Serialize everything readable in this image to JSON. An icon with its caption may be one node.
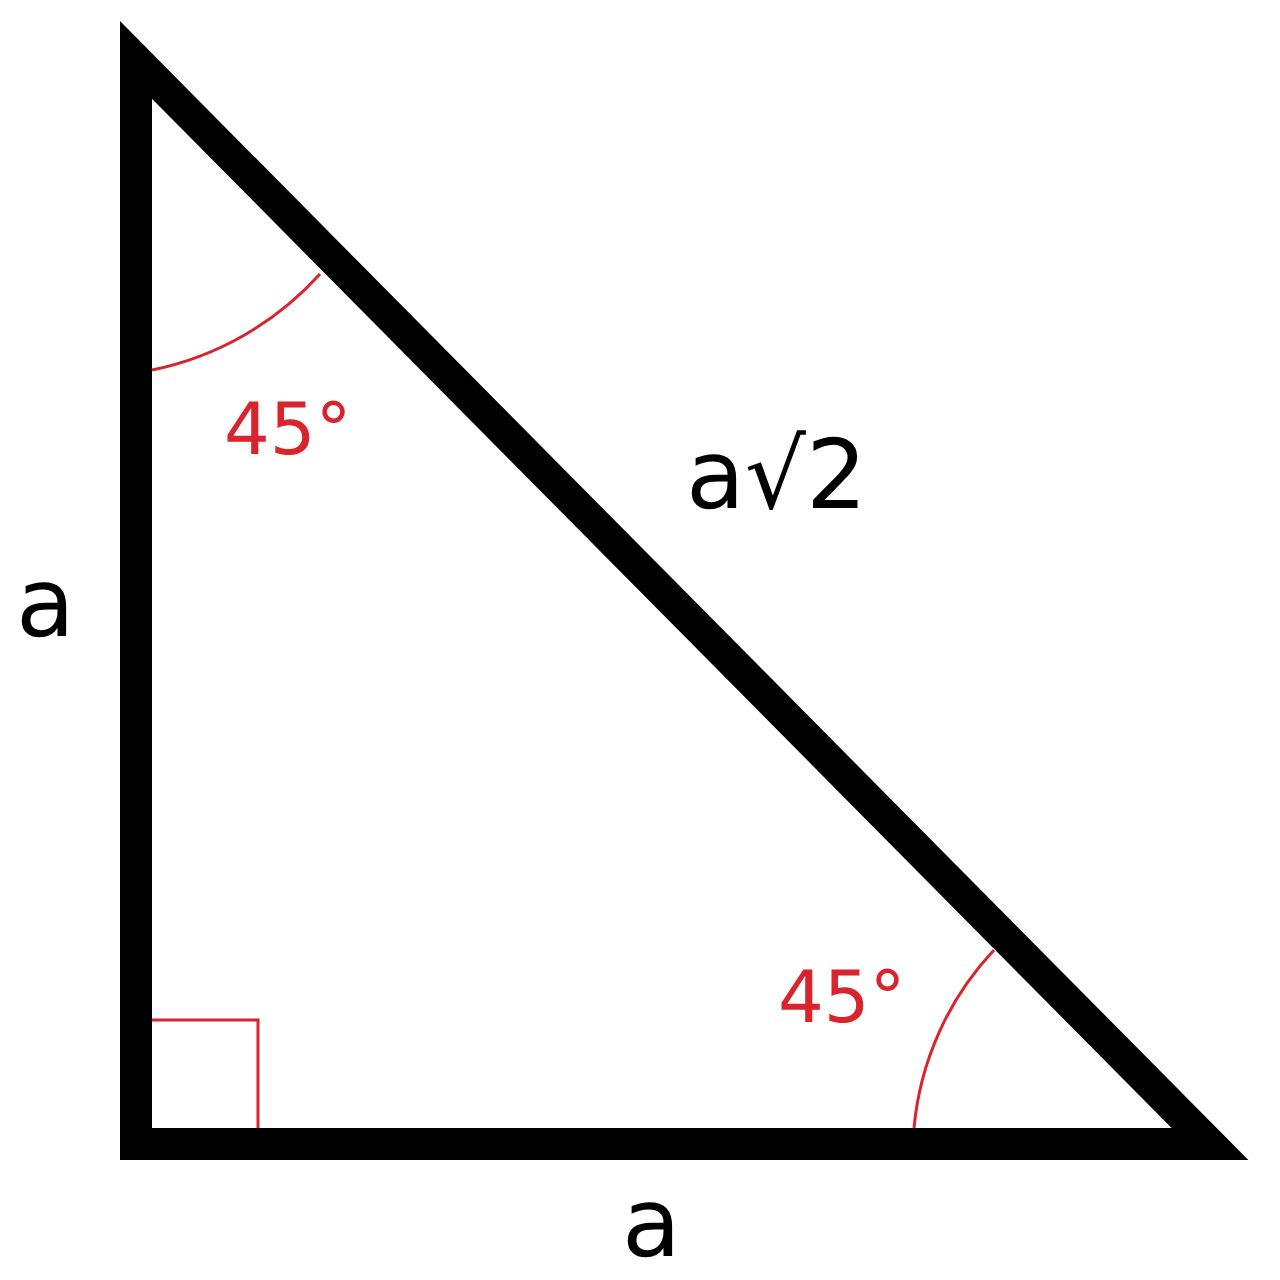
{
  "diagram": {
    "labels": [
      "45°",
      "a√2",
      "a",
      "45°",
      "a"
    ]
  }
}
